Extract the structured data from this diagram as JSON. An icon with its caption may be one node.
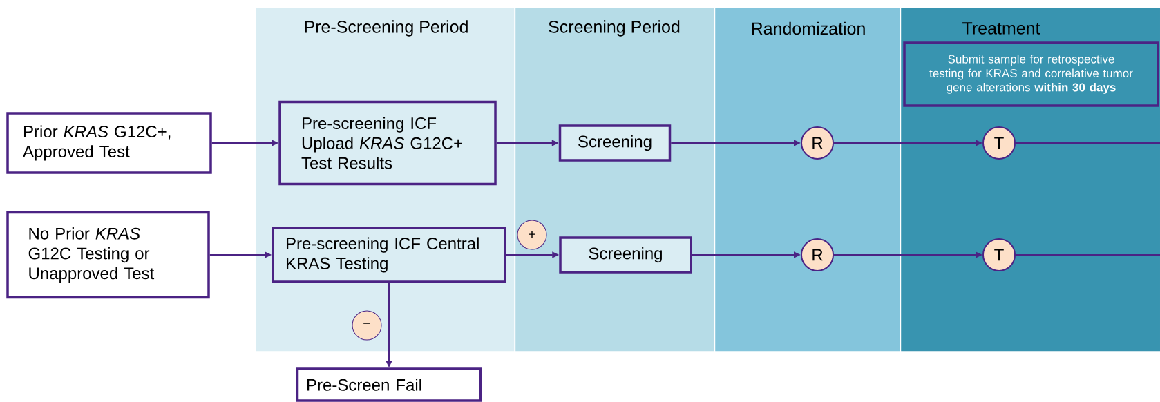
{
  "diagram": {
    "nodes": [
      {
        "text": [
          "Pre-Screening Period"
        ]
      },
      {
        "text": [
          "Screening Period"
        ]
      },
      {
        "text": [
          "Randomization"
        ]
      },
      {
        "text": [
          "Treatment"
        ]
      },
      {
        "text": [
          "Prior *KRAS* G12C+, Approved Test"
        ]
      },
      {
        "text": [
          "Pre-screening ICF Upload *KRAS* G12C+ Test Results"
        ],
        "in": 0
      },
      {
        "text": [
          "Screening"
        ],
        "in": 1
      },
      {
        "text": [
          "R"
        ],
        "in": 2
      },
      {
        "text": [
          "Submit sample for retrospective testing for KRAS and correlative tumor gene alterations **within 30 days**"
        ],
        "in": 3
      },
      {
        "text": [
          "T"
        ],
        "in": 3
      },
      {
        "text": [
          "No Prior *KRAS* G12C Testing or Unapproved Test"
        ]
      },
      {
        "text": [
          "Pre-screening ICF Central KRAS Testing"
        ],
        "in": 0
      },
      {
        "text": [
          "+"
        ],
        "in": 1
      },
      {
        "text": [
          "Screening"
        ],
        "in": 1
      },
      {
        "text": [
          "R"
        ],
        "in": 2
      },
      {
        "text": [
          "T"
        ],
        "in": 3
      },
      {
        "text": [
          "−"
        ],
        "in": 0
      },
      {
        "text": [
          "Pre-Screen Fail"
        ]
      }
    ],
    "edges": [
      {
        "from": 4,
        "to": 5,
        "arrow": "to"
      },
      {
        "from": 5,
        "to": 6,
        "arrow": "to"
      },
      {
        "from": 6,
        "to": 7,
        "arrow": "to"
      },
      {
        "from": 7,
        "to": 9,
        "arrow": "to"
      },
      {
        "from": 9,
        "to": null,
        "arrow": "none"
      },
      {
        "from": 10,
        "to": 11,
        "arrow": "to"
      },
      {
        "from": 11,
        "to": 13,
        "arrow": "to"
      },
      {
        "from": 13,
        "to": 14,
        "arrow": "to"
      },
      {
        "from": 14,
        "to": 15,
        "arrow": "to"
      },
      {
        "from": 15,
        "to": null,
        "arrow": "none"
      },
      {
        "from": 11,
        "to": 17,
        "arrow": "to"
      }
    ]
  }
}
